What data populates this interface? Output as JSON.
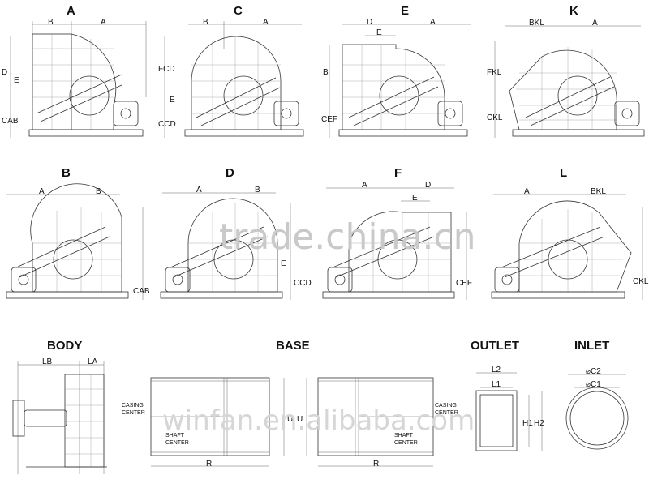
{
  "views": [
    {
      "id": "A",
      "labels": [
        "B",
        "A",
        "D",
        "E",
        "CAB"
      ]
    },
    {
      "id": "C",
      "labels": [
        "B",
        "A",
        "FCD",
        "E",
        "CCD"
      ]
    },
    {
      "id": "E",
      "labels": [
        "D",
        "A",
        "E",
        "B",
        "CEF"
      ]
    },
    {
      "id": "K",
      "labels": [
        "BKL",
        "A",
        "FKL",
        "CKL"
      ]
    },
    {
      "id": "B",
      "labels": [
        "A",
        "B",
        "CAB"
      ]
    },
    {
      "id": "D",
      "labels": [
        "A",
        "B",
        "E",
        "CCD"
      ]
    },
    {
      "id": "F",
      "labels": [
        "A",
        "D",
        "E",
        "CEF"
      ]
    },
    {
      "id": "L",
      "labels": [
        "A",
        "BKL",
        "CKL"
      ]
    }
  ],
  "sections": {
    "body": {
      "title": "BODY",
      "lb": "LB",
      "la": "LA"
    },
    "base": {
      "title": "BASE",
      "casing": "CASING",
      "center": "CENTER",
      "shaft": "SHAFT",
      "r": "R",
      "u": "U"
    },
    "outlet": {
      "title": "OUTLET",
      "l2": "L2",
      "l1": "L1",
      "h1": "H1",
      "h2": "H2"
    },
    "inlet": {
      "title": "INLET",
      "c2": "⌀C2",
      "c1": "⌀C1"
    }
  },
  "watermarks": [
    "trade.china.cn",
    "winfan.en.alibaba.com"
  ]
}
